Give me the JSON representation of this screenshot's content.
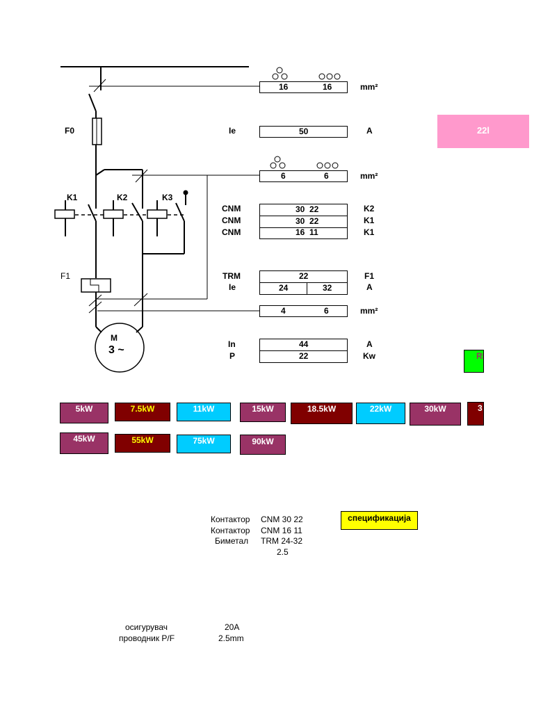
{
  "schematic": {
    "labels": {
      "f0": "F0",
      "f1": "F1",
      "k1": "K1",
      "k2": "K2",
      "k3": "K3",
      "motor_m": "M",
      "motor_3": "3 ~"
    }
  },
  "table": {
    "row1": {
      "v1": "16",
      "v2": "16",
      "unit": "mm²"
    },
    "row2": {
      "label": "Ie",
      "v1": "50",
      "unit": "A"
    },
    "row3": {
      "v1": "6",
      "v2": "6",
      "unit": "mm²"
    },
    "cnm": [
      {
        "label": "CNM",
        "v1": "30",
        "v2": "22",
        "ref": "K2"
      },
      {
        "label": "CNM",
        "v1": "30",
        "v2": "22",
        "ref": "K1"
      },
      {
        "label": "CNM",
        "v1": "16",
        "v2": "11",
        "ref": "K1"
      }
    ],
    "trm": {
      "label": "TRM",
      "v1": "22",
      "ref": "F1"
    },
    "ie2": {
      "label": "Ie",
      "v1": "24",
      "v2": "32",
      "unit": "A"
    },
    "row_mm3": {
      "v1": "4",
      "v2": "6",
      "unit": "mm²"
    },
    "in": {
      "label": "In",
      "v1": "44",
      "unit": "A"
    },
    "p": {
      "label": "P",
      "v1": "22",
      "unit": "Kw"
    }
  },
  "side": {
    "pink": "22l",
    "green": "RI"
  },
  "power_buttons": [
    {
      "label": "5kW"
    },
    {
      "label": "7.5kW"
    },
    {
      "label": "11kW"
    },
    {
      "label": "15kW"
    },
    {
      "label": "18.5kW"
    },
    {
      "label": "22kW"
    },
    {
      "label": "30kW"
    },
    {
      "label": "3"
    },
    {
      "label": "45kW"
    },
    {
      "label": "55kW"
    },
    {
      "label": "75kW"
    },
    {
      "label": "90kW"
    }
  ],
  "spec": {
    "button": "спецификација",
    "rows": [
      {
        "name": "Контактор",
        "value": "CNM 30 22"
      },
      {
        "name": "Контактор",
        "value": "CNM 16 11"
      },
      {
        "name": "Биметал",
        "value": "TRM 24-32"
      },
      {
        "name": "",
        "value": "2.5"
      }
    ]
  },
  "bottom": [
    {
      "name": "осигурувач",
      "value": "20A"
    },
    {
      "name": "проводник P/F",
      "value": "2.5mm"
    }
  ],
  "colors": {
    "maroon": "#800000",
    "purple": "#993366",
    "cyan": "#00ccff",
    "pink": "#ff99cc",
    "green": "#00ff00",
    "yellow": "#ffff00"
  }
}
